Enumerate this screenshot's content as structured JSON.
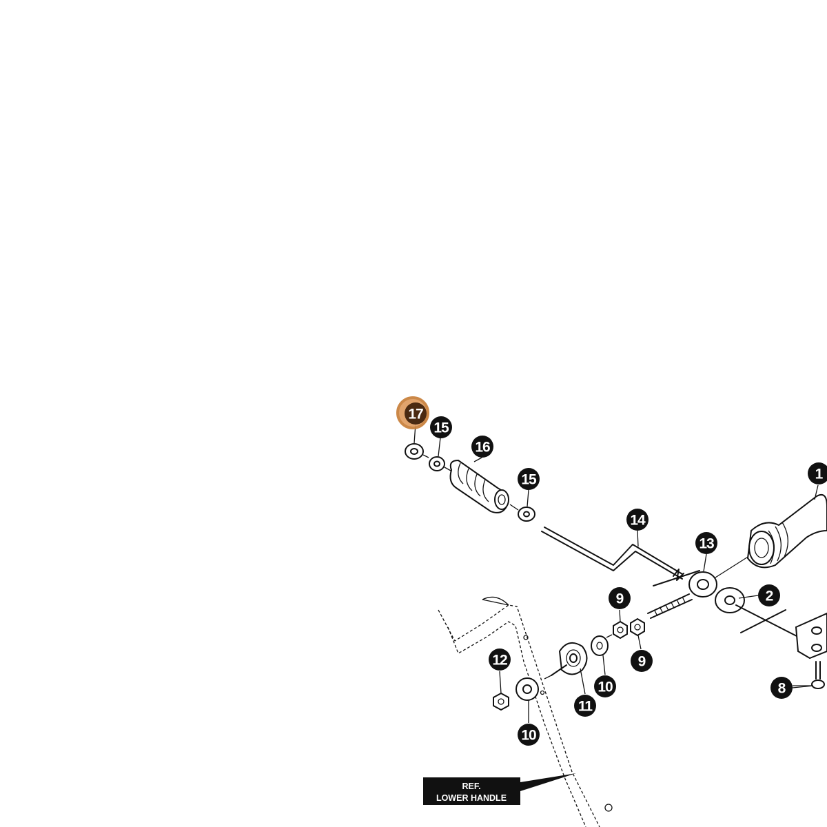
{
  "callouts": [
    {
      "id": "c17",
      "label": "17",
      "highlighted": true
    },
    {
      "id": "c15a",
      "label": "15"
    },
    {
      "id": "c16",
      "label": "16"
    },
    {
      "id": "c15b",
      "label": "15"
    },
    {
      "id": "c14",
      "label": "14"
    },
    {
      "id": "c13",
      "label": "13"
    },
    {
      "id": "c1",
      "label": "1"
    },
    {
      "id": "c2",
      "label": "2"
    },
    {
      "id": "c9a",
      "label": "9"
    },
    {
      "id": "c9b",
      "label": "9"
    },
    {
      "id": "c12",
      "label": "12"
    },
    {
      "id": "c10a",
      "label": "10"
    },
    {
      "id": "c10b",
      "label": "10"
    },
    {
      "id": "c11",
      "label": "11"
    },
    {
      "id": "c8",
      "label": "8"
    }
  ],
  "ref_label": {
    "line1": "REF.",
    "line2": "LOWER HANDLE"
  },
  "colors": {
    "callout": "#111111",
    "highlight": "#e0a066",
    "highlight_ring": "#c9823f",
    "highlight_fill": "#4a2a12"
  }
}
